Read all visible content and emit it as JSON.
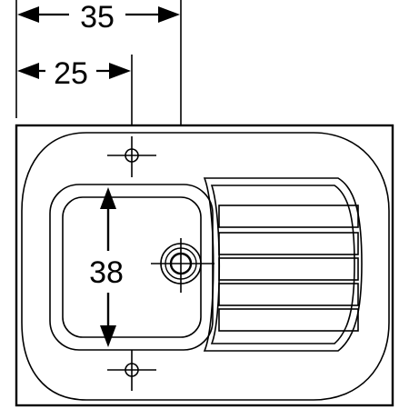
{
  "dimensions": {
    "top_width": "35",
    "second_width": "25",
    "bowl_height": "38"
  },
  "colors": {
    "line": "#000000",
    "background": "#ffffff"
  }
}
